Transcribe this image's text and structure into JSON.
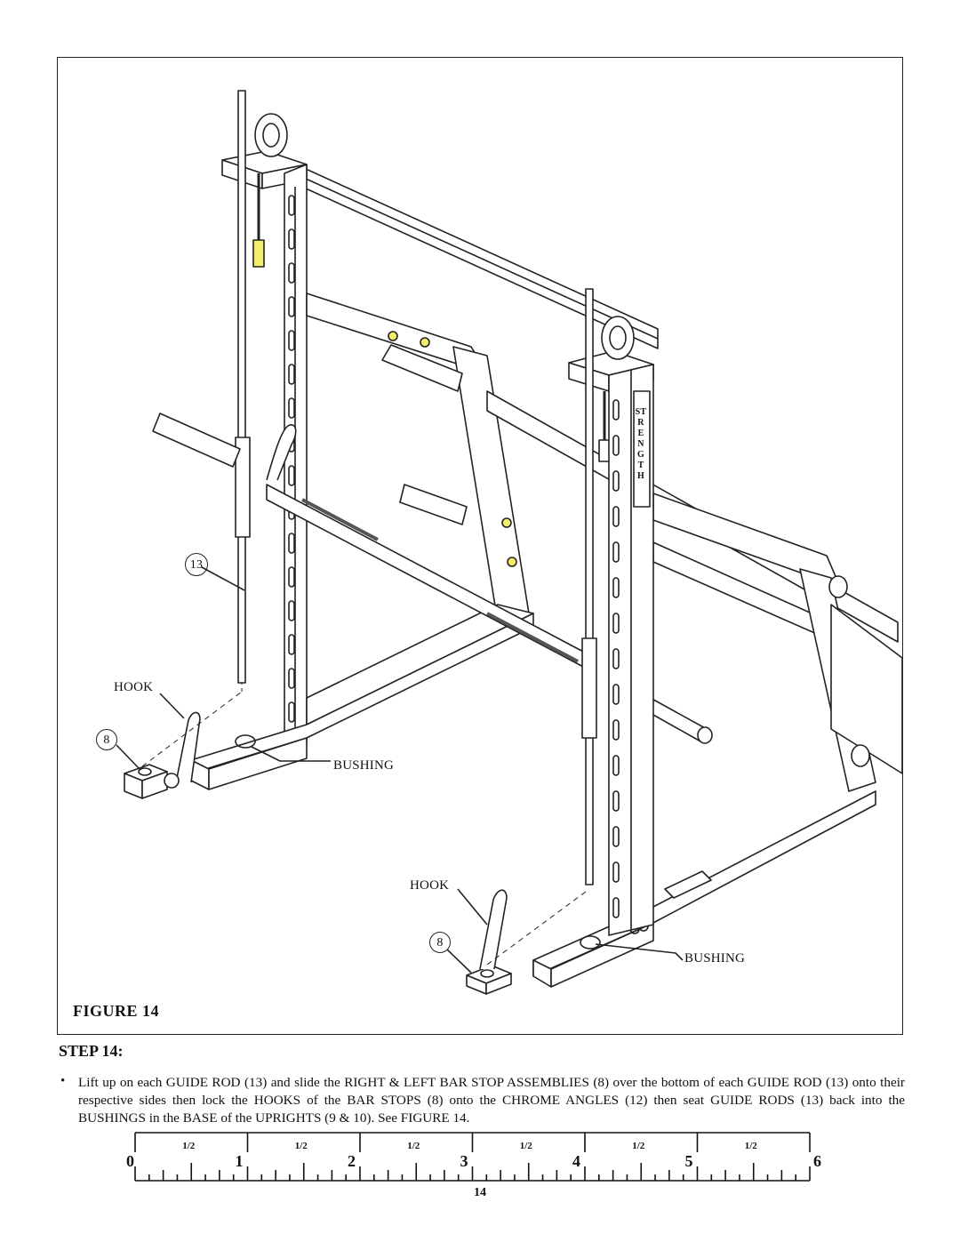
{
  "figure": {
    "caption": "FIGURE 14",
    "callouts": {
      "guide_rod_number": "13",
      "hook_left": "HOOK",
      "bar_stop_left_number": "8",
      "bushing_left": "BUSHING",
      "hook_right": "HOOK",
      "bar_stop_right_number": "8",
      "bushing_right": "BUSHING",
      "brand_mark": "STRENGTH"
    }
  },
  "step": {
    "title": "STEP 14:",
    "bullet": "•",
    "text": "Lift up on each GUIDE ROD (13) and slide the RIGHT & LEFT BAR STOP ASSEMBLIES (8) over the bottom of each GUIDE ROD (13) onto their respective sides then lock the HOOKS of the BAR STOPS (8) onto the CHROME ANGLES (12) then seat GUIDE RODS (13) back into the BUSHINGS in the BASE of the UPRIGHTS (9 & 10). See FIGURE 14."
  },
  "ruler": {
    "numbers": [
      "0",
      "1",
      "2",
      "3",
      "4",
      "5",
      "6"
    ],
    "half_labels": [
      "1/2",
      "1/2",
      "1/2",
      "1/2",
      "1/2",
      "1/2"
    ]
  },
  "page_number": "14",
  "colors": {
    "line": "#222222",
    "highlight": "#f5ee6a"
  }
}
